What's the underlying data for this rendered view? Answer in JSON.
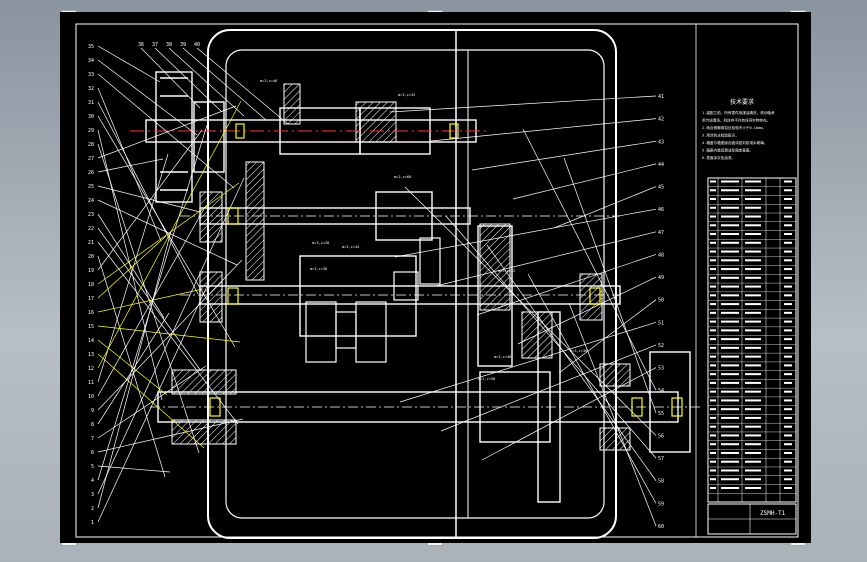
{
  "drawing": {
    "title_block_label": "ZSMH-T1",
    "notes_heading": "技术要求",
    "notes_lines": [
      "1.装配之前，所有零件用煤油清洗，滚动轴承",
      "用汽油清洗，机体内不许有任何杂物存在。",
      "2.啮合侧隙用铅丝检验不小于0.16mm。",
      "3.用涂色法检验斑点。",
      "4.箱盖与箱座接合面涂密封胶或水玻璃。",
      "5.箱座内装润滑油至规定高度。",
      "6.表面涂灰色油漆。"
    ],
    "gear_tags": [
      "m=3,z=46",
      "m=3,z=32",
      "m=3,z=28",
      "m=2,z=60",
      "m=3,z=36",
      "m=2,z=44",
      "m=3,z=22",
      "m=3,z=40",
      "m=2,z=50",
      "m=3,z=30"
    ],
    "left_balloons": [
      "35",
      "34",
      "33",
      "32",
      "31",
      "30",
      "29",
      "28",
      "27",
      "26",
      "25",
      "24",
      "23",
      "22",
      "21",
      "20",
      "19",
      "18",
      "17",
      "16",
      "15",
      "14",
      "13",
      "12",
      "11",
      "10",
      "9",
      "8",
      "7",
      "6",
      "5",
      "4",
      "3",
      "2",
      "1"
    ],
    "top_balloons": [
      "36",
      "37",
      "38",
      "39",
      "40"
    ],
    "right_balloons": [
      "41",
      "42",
      "43",
      "44",
      "45",
      "46",
      "47",
      "48",
      "49",
      "50",
      "51",
      "52",
      "53",
      "54",
      "55",
      "56",
      "57",
      "58",
      "59",
      "60"
    ],
    "bom_rows": 37
  },
  "colors": {
    "sheet": "#000000",
    "line": "#ffffff",
    "leader": "#ffff00",
    "centerline": "#ff3030",
    "highlight": "#ffff00"
  }
}
